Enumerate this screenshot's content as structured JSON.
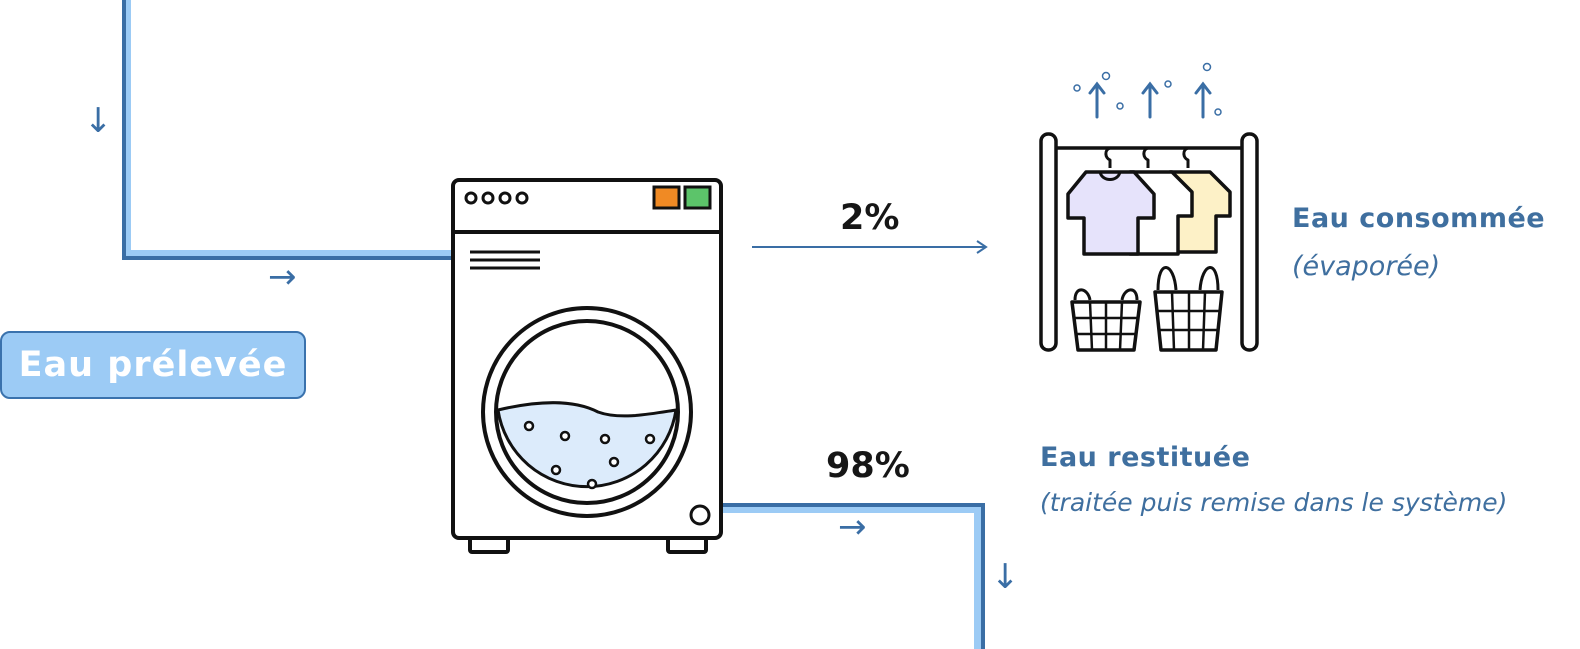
{
  "withdrawn": {
    "label": "Eau prélevée"
  },
  "consumed": {
    "percent": "2%",
    "title": "Eau consommée",
    "note": "(évaporée)"
  },
  "returned": {
    "percent": "98%",
    "title": "Eau restituée",
    "note": "(traitée puis remise dans le système)"
  },
  "colors": {
    "pipe_dark": "#3a6ea5",
    "pipe_light": "#9ccbf5",
    "badge_fill": "#9ccbf5",
    "text_accent": "#3f6f9f",
    "water": "#dcebfb",
    "shirt_lavender": "#e6e3fb",
    "shirt_yellow": "#fdf1c7",
    "button_orange": "#f08a24",
    "button_green": "#5cc46a"
  },
  "icons": {
    "withdrawn_flow": "arrow-down-icon",
    "to_machine_flow": "arrow-right-icon",
    "evaporation": "steam-arrows-icon",
    "machine": "washing-machine-icon",
    "drying": "clothes-rack-icon"
  }
}
